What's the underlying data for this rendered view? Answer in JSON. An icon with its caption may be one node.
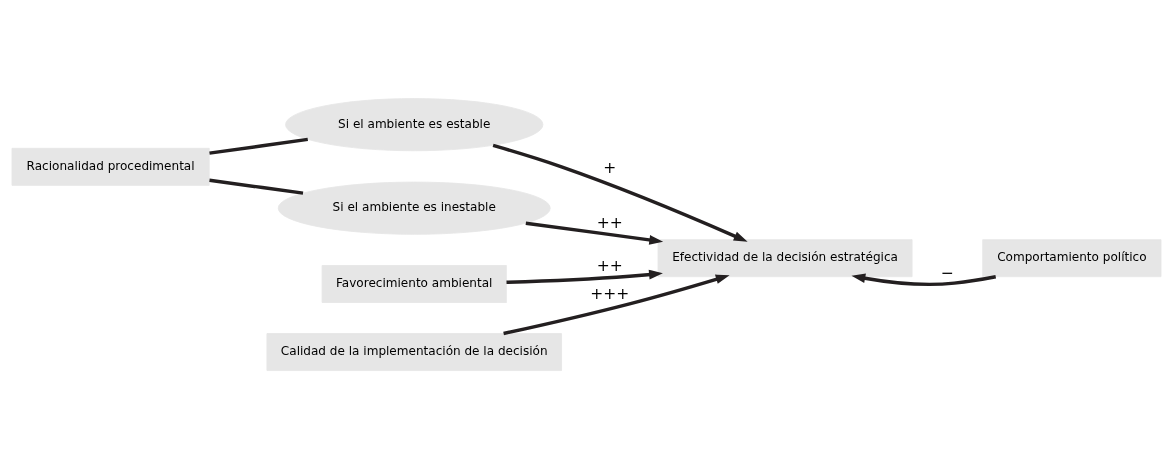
{
  "diagram": {
    "nodes": [
      {
        "text": [
          "Racionalidad procedimental"
        ]
      },
      {
        "text": [
          "Si el ambiente es estable"
        ]
      },
      {
        "text": [
          "Si el ambiente es inestable"
        ]
      },
      {
        "text": [
          "Favorecimiento ambiental"
        ]
      },
      {
        "text": [
          "Efectividad de la decisión estratégica"
        ]
      },
      {
        "text": [
          "Calidad de la implementación de la decisión"
        ]
      },
      {
        "text": [
          "Comportamiento político"
        ]
      }
    ],
    "edges": [
      {
        "from": 0,
        "to": 1,
        "arrow": "none"
      },
      {
        "from": 0,
        "to": 2,
        "arrow": "none"
      },
      {
        "from": 1,
        "to": 4,
        "arrow": "to",
        "label": "+"
      },
      {
        "from": 2,
        "to": 4,
        "arrow": "to",
        "label": "++"
      },
      {
        "from": 3,
        "to": 4,
        "arrow": "to",
        "label": "++"
      },
      {
        "from": 5,
        "to": 4,
        "arrow": "to",
        "label": "+++"
      },
      {
        "from": 6,
        "to": 4,
        "arrow": "to",
        "label": "−"
      }
    ]
  }
}
